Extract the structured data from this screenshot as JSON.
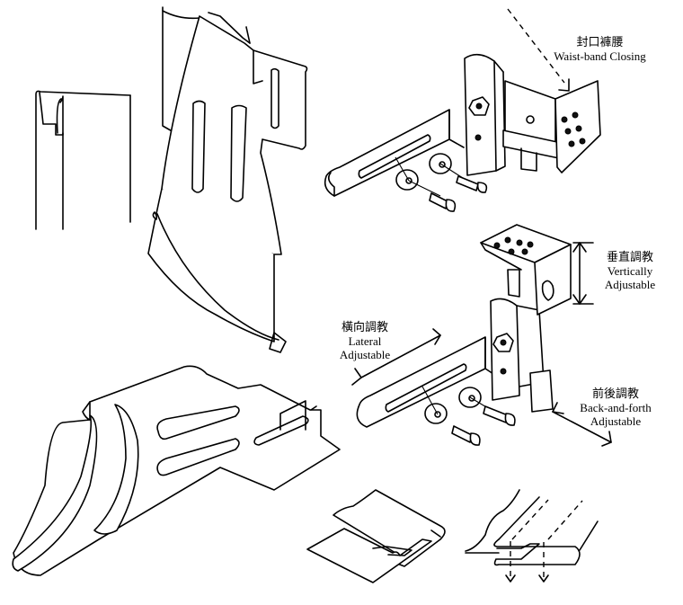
{
  "diagram": {
    "subject": "Sewing machine waist-band folder attachment with adjustable bracket",
    "labels": {
      "waistband": {
        "zh": "封口褲腰",
        "en": "Waist-band Closing"
      },
      "vertical": {
        "zh": "垂直調教",
        "en1": "Vertically",
        "en2": "Adjustable"
      },
      "lateral": {
        "zh": "橫向調教",
        "en1": "Lateral",
        "en2": "Adjustable"
      },
      "backforth": {
        "zh": "前後調教",
        "en1": "Back-and-forth",
        "en2": "Adjustable"
      }
    },
    "colors": {
      "line": "#000000",
      "background": "#ffffff"
    }
  }
}
